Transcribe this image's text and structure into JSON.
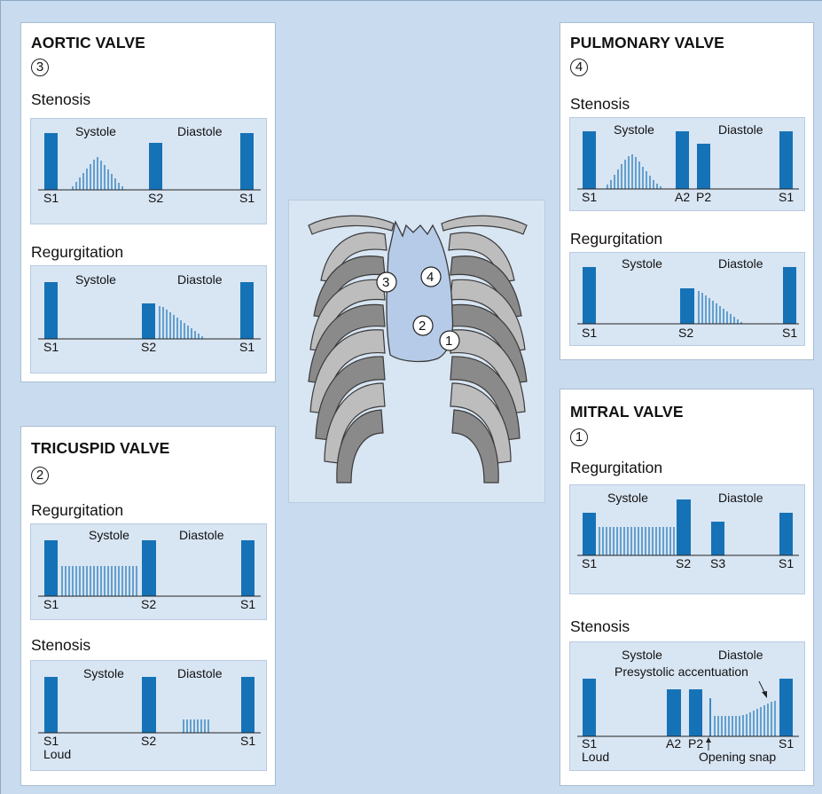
{
  "colors": {
    "bar": "#1672b6",
    "background": "#c9dbee",
    "panel": "#ffffff",
    "box": "#d8e5f3",
    "bone": "#bdbdbd",
    "bone_dark": "#8a8a8a",
    "heart": "#b5cbe8"
  },
  "valves": {
    "aortic": {
      "title": "AORTIC VALVE",
      "number": "3",
      "charts": [
        {
          "condition": "Stenosis",
          "phase_labels": [
            "Systole",
            "Diastole"
          ],
          "sound_labels": [
            "S1",
            "S2",
            "S1"
          ]
        },
        {
          "condition": "Regurgitation",
          "phase_labels": [
            "Systole",
            "Diastole"
          ],
          "sound_labels": [
            "S1",
            "S2",
            "S1"
          ]
        }
      ]
    },
    "pulmonary": {
      "title": "PULMONARY VALVE",
      "number": "4",
      "charts": [
        {
          "condition": "Stenosis",
          "phase_labels": [
            "Systole",
            "Diastole"
          ],
          "sound_labels": [
            "S1",
            "A2",
            "P2",
            "S1"
          ]
        },
        {
          "condition": "Regurgitation",
          "phase_labels": [
            "Systole",
            "Diastole"
          ],
          "sound_labels": [
            "S1",
            "S2",
            "S1"
          ]
        }
      ]
    },
    "tricuspid": {
      "title": "TRICUSPID VALVE",
      "number": "2",
      "charts": [
        {
          "condition": "Regurgitation",
          "phase_labels": [
            "Systole",
            "Diastole"
          ],
          "sound_labels": [
            "S1",
            "S2",
            "S1"
          ]
        },
        {
          "condition": "Stenosis",
          "phase_labels": [
            "Systole",
            "Diastole"
          ],
          "sound_labels": [
            "S1",
            "S2",
            "S1"
          ],
          "extra_labels": [
            "Loud"
          ]
        }
      ]
    },
    "mitral": {
      "title": "MITRAL VALVE",
      "number": "1",
      "charts": [
        {
          "condition": "Regurgitation",
          "phase_labels": [
            "Systole",
            "Diastole"
          ],
          "sound_labels": [
            "S1",
            "S2",
            "S3",
            "S1"
          ]
        },
        {
          "condition": "Stenosis",
          "phase_labels": [
            "Systole",
            "Diastole"
          ],
          "sound_labels": [
            "S1",
            "A2",
            "P2",
            "S1"
          ],
          "extra_labels": [
            "Loud",
            "Presystolic accentuation",
            "Opening snap"
          ]
        }
      ]
    }
  },
  "chest": {
    "markers": [
      "1",
      "2",
      "3",
      "4"
    ]
  }
}
